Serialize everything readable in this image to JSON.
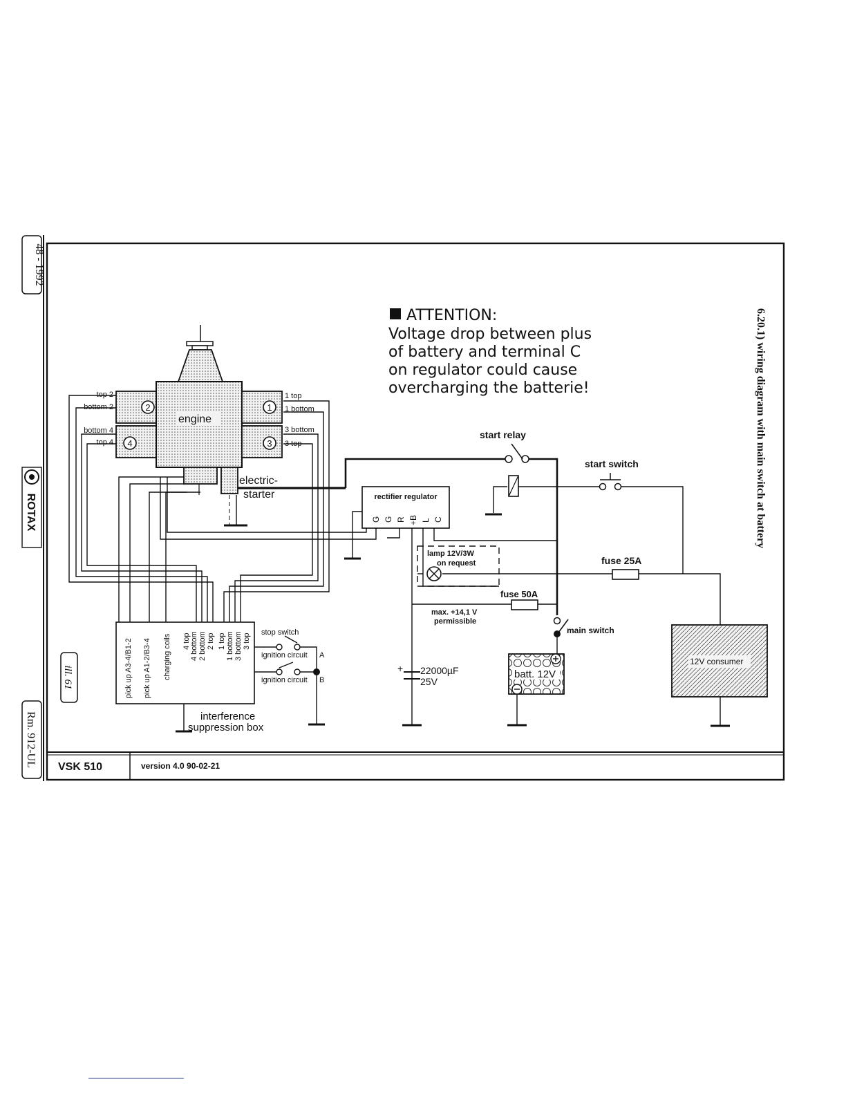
{
  "side": {
    "top_label": "48 - 1992",
    "brand": "ROTAX",
    "ill_label": "ill. 61",
    "bottom_label": "Rm. 912-UL"
  },
  "title": "6.20.1) wiring diagram with main switch at battery",
  "attention": {
    "heading": "ATTENTION:",
    "lines": [
      "Voltage drop between plus",
      "of battery and terminal C",
      "on regulator could cause",
      "overcharging the batterie!"
    ]
  },
  "engine": {
    "label": "engine",
    "cylinders": [
      "2",
      "1",
      "4",
      "3"
    ],
    "coil_labels": {
      "top2": "top 2",
      "bottom2": "bottom 2",
      "bottom4": "bottom 4",
      "top4": "top 4",
      "top1": "1 top",
      "bottom1": "1 bottom",
      "bottom3": "3 bottom",
      "top3": "3 top"
    }
  },
  "starter": {
    "line1": "electric-",
    "line2": "starter"
  },
  "rectifier": {
    "title": "rectifier regulator",
    "terminals": [
      "G",
      "G",
      "R",
      "+B",
      "L",
      "C"
    ]
  },
  "start_relay": "start relay",
  "start_switch": "start switch",
  "lamp": {
    "line1": "lamp 12V/3W",
    "line2": "on request"
  },
  "fuse_25": "fuse 25A",
  "fuse_50": "fuse 50A",
  "voltage_note": {
    "line1": "max. +14,1 V",
    "line2": "permissible"
  },
  "main_switch": "main switch",
  "capacitor": {
    "line1": "22000µF",
    "line2": "25V"
  },
  "battery": "batt. 12V",
  "consumer": "12V consumer",
  "suppression_box": {
    "pins": [
      "pick up A3-4/B1-2",
      "pick up A1-2/B3-4",
      "charging coils",
      "4 top",
      "4 bottom",
      "2 bottom",
      "2 top",
      "1 top",
      "1 bottom",
      "3 bottom",
      "3 top"
    ],
    "stop_switch": "stop switch",
    "circuit_a": "ignition circuit",
    "circuit_a_letter": "A",
    "circuit_b": "ignition circuit",
    "circuit_b_letter": "B",
    "label1": "interference",
    "label2": "suppression box"
  },
  "footer": {
    "model": "VSK 510",
    "version": "version 4.0 90-02-21"
  }
}
